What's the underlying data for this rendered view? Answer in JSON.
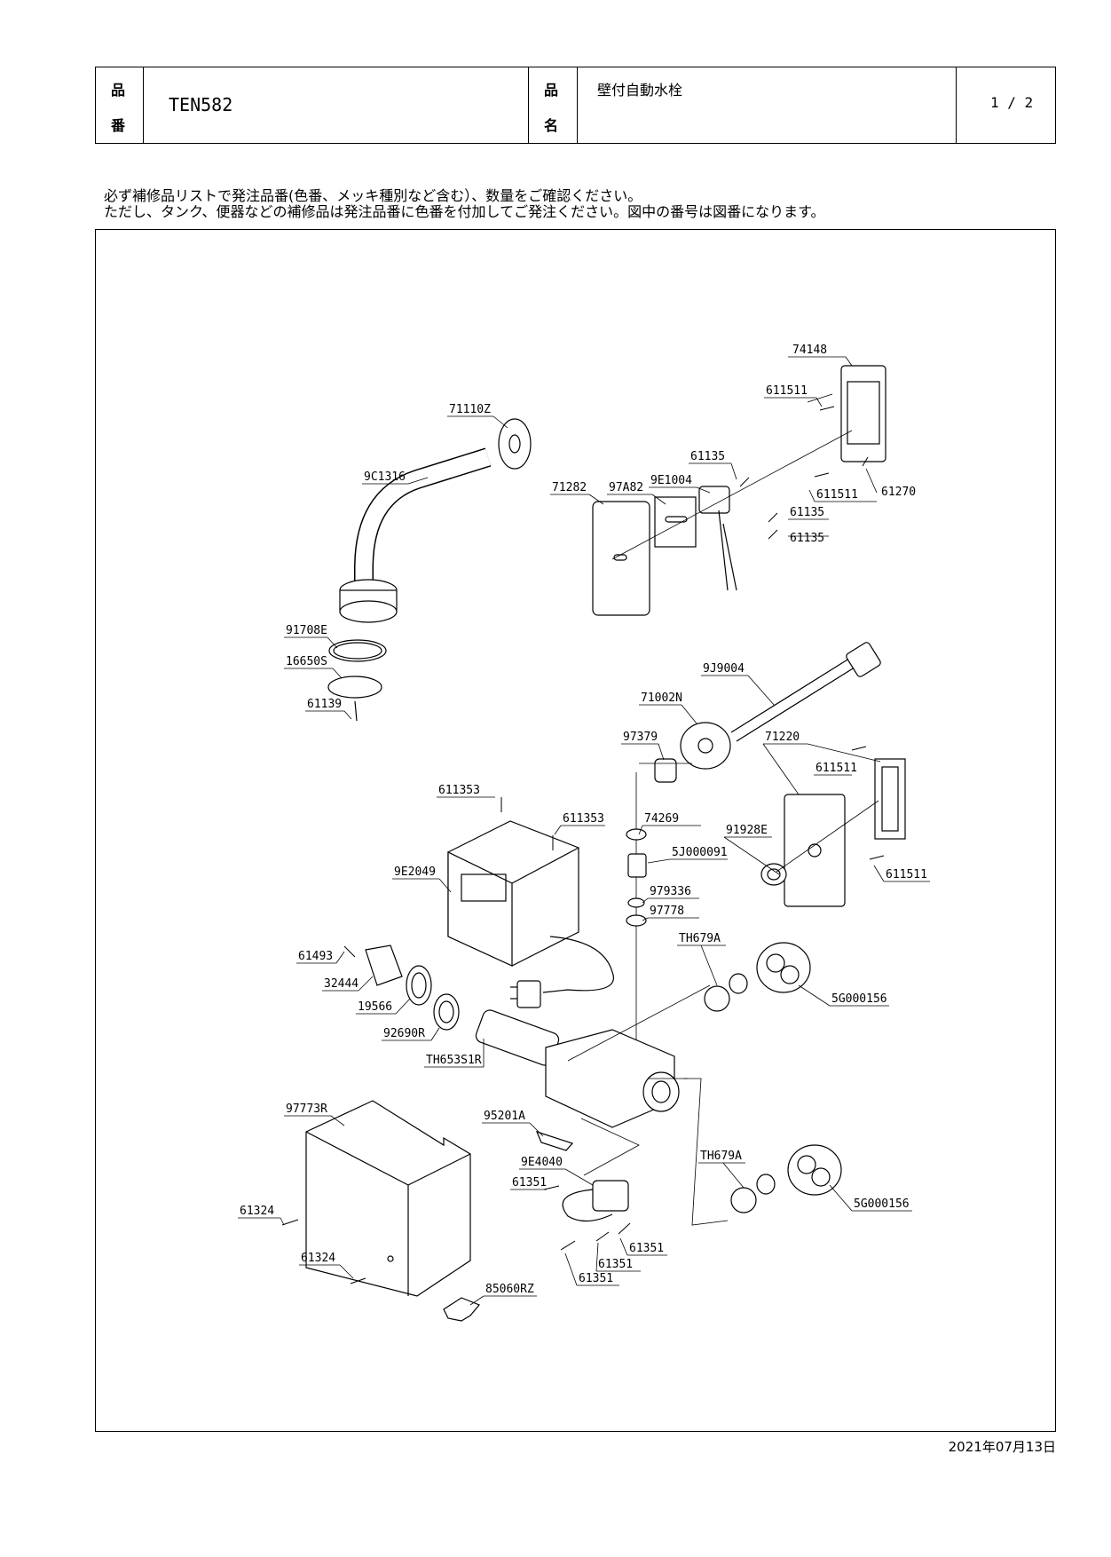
{
  "header": {
    "part_no_label_1": "品",
    "part_no_label_2": "番",
    "part_no": "TEN582",
    "name_label_1": "品",
    "name_label_2": "名",
    "product_name": "壁付自動水栓",
    "page": "1 / 2"
  },
  "notes": {
    "line1": "必ず補修品リストで発注品番(色番、メッキ種別など含む）、数量をご確認ください。",
    "line2": "ただし、タンク、便器などの補修品は発注品番に色番を付加してご発注ください。図中の番号は図番になります。"
  },
  "parts": {
    "p74148": "74148",
    "p611511_a": "611511",
    "p71110Z": "71110Z",
    "p9C1316": "9C1316",
    "p61135_a": "61135",
    "p9E1004": "9E1004",
    "p97A82": "97A82",
    "p71282": "71282",
    "p611511_b": "611511",
    "p61270": "61270",
    "p61135_b": "61135",
    "p61135_c": "61135",
    "p91708E": "91708E",
    "p16650S": "16650S",
    "p61139": "61139",
    "p9J9004": "9J9004",
    "p71002N": "71002N",
    "p97379": "97379",
    "p71220": "71220",
    "p611511_c": "611511",
    "p611353_a": "611353",
    "p611353_b": "611353",
    "p74269": "74269",
    "p91928E": "91928E",
    "p5J000091": "5J000091",
    "p611511_d": "611511",
    "p9E2049": "9E2049",
    "p979336": "979336",
    "p97778": "97778",
    "pTH679A_a": "TH679A",
    "p61493": "61493",
    "p32444": "32444",
    "p19566": "19566",
    "p5G000156_a": "5G000156",
    "p92690R": "92690R",
    "pTH653S1R": "TH653S1R",
    "p97773R": "97773R",
    "p95201A": "95201A",
    "p9E4040": "9E4040",
    "pTH679A_b": "TH679A",
    "p61351_a": "61351",
    "p5G000156_b": "5G000156",
    "p61324_a": "61324",
    "p61351_b": "61351",
    "p61351_c": "61351",
    "p61324_b": "61324",
    "p61351_d": "61351",
    "p85060RZ": "85060RZ"
  },
  "date": "2021年07月13日"
}
